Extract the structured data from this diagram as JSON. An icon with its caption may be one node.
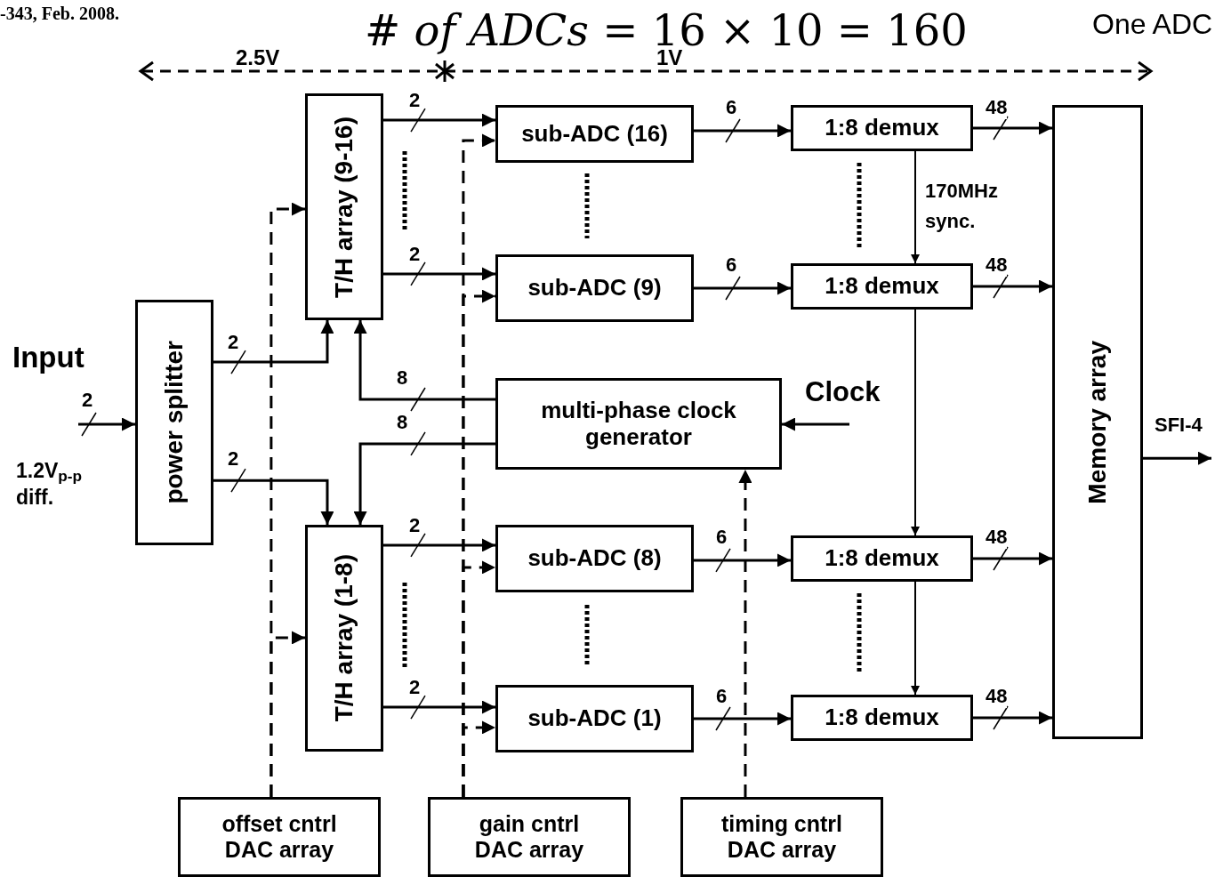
{
  "diagram": {
    "title": "# *of  ADCs* = 16 × 10 = 160",
    "nodes": [
      {
        "text": [
          "power splitter"
        ]
      },
      {
        "text": [
          "T/H array (9-16)"
        ]
      },
      {
        "text": [
          "T/H array (1-8)"
        ]
      },
      {
        "text": [
          "sub-ADC (16)"
        ]
      },
      {
        "text": [
          "sub-ADC (9)"
        ]
      },
      {
        "text": [
          "sub-ADC (8)"
        ]
      },
      {
        "text": [
          "sub-ADC (1)"
        ]
      },
      {
        "text": [
          "multi-phase clock generator"
        ]
      },
      {
        "text": [
          "1:8 demux"
        ]
      },
      {
        "text": [
          "1:8 demux"
        ]
      },
      {
        "text": [
          "1:8 demux"
        ]
      },
      {
        "text": [
          "1:8 demux"
        ]
      },
      {
        "text": [
          "Memory array"
        ]
      },
      {
        "text": [
          "offset cntrl DAC array"
        ]
      },
      {
        "text": [
          "gain cntrl DAC array"
        ]
      },
      {
        "text": [
          "timing cntrl DAC array"
        ]
      }
    ],
    "edges": [
      {
        "from": null,
        "to": 0,
        "arrow": "to",
        "label": "2"
      },
      {
        "from": 0,
        "to": 1,
        "arrow": "to",
        "label": "2"
      },
      {
        "from": 0,
        "to": 2,
        "arrow": "to",
        "label": "2"
      },
      {
        "from": 7,
        "to": 1,
        "arrow": "to",
        "label": "8"
      },
      {
        "from": 7,
        "to": 2,
        "arrow": "to",
        "label": "8"
      },
      {
        "from": 1,
        "to": 3,
        "arrow": "to",
        "label": "2"
      },
      {
        "from": 1,
        "to": 4,
        "arrow": "to",
        "label": "2"
      },
      {
        "from": 2,
        "to": 5,
        "arrow": "to",
        "label": "2"
      },
      {
        "from": 2,
        "to": 6,
        "arrow": "to",
        "label": "2"
      },
      {
        "from": 3,
        "to": 8,
        "arrow": "to",
        "label": "6"
      },
      {
        "from": 4,
        "to": 9,
        "arrow": "to",
        "label": "6"
      },
      {
        "from": 5,
        "to": 10,
        "arrow": "to",
        "label": "6"
      },
      {
        "from": 6,
        "to": 11,
        "arrow": "to",
        "label": "6"
      },
      {
        "from": 8,
        "to": 12,
        "arrow": "to",
        "label": "48"
      },
      {
        "from": 9,
        "to": 12,
        "arrow": "to",
        "label": "48"
      },
      {
        "from": 10,
        "to": 12,
        "arrow": "to",
        "label": "48"
      },
      {
        "from": 11,
        "to": 12,
        "arrow": "to",
        "label": "48"
      },
      {
        "from": 8,
        "to": 9,
        "arrow": "to",
        "label": "170MHz sync."
      },
      {
        "from": 9,
        "to": 10,
        "arrow": "to"
      },
      {
        "from": 10,
        "to": 11,
        "arrow": "to"
      },
      {
        "from": null,
        "to": 7,
        "arrow": "to",
        "label": "Clock"
      },
      {
        "from": 12,
        "to": null,
        "arrow": "to",
        "label": "SFI-4"
      },
      {
        "from": 13,
        "to": 1,
        "arrow": "to",
        "style": "dashed"
      },
      {
        "from": 13,
        "to": 2,
        "arrow": "to",
        "style": "dashed"
      },
      {
        "from": 14,
        "to": 3,
        "arrow": "to",
        "style": "dashed"
      },
      {
        "from": 14,
        "to": 4,
        "arrow": "to",
        "style": "dashed"
      },
      {
        "from": 14,
        "to": 5,
        "arrow": "to",
        "style": "dashed"
      },
      {
        "from": 14,
        "to": 6,
        "arrow": "to",
        "style": "dashed"
      },
      {
        "from": 15,
        "to": 7,
        "arrow": "to",
        "style": "dashed"
      }
    ],
    "labels": [
      "-343, Feb. 2008.",
      "One ADC",
      "2.5V",
      "1V",
      "Input",
      "1.2V$_{p-p}$ diff."
    ]
  }
}
